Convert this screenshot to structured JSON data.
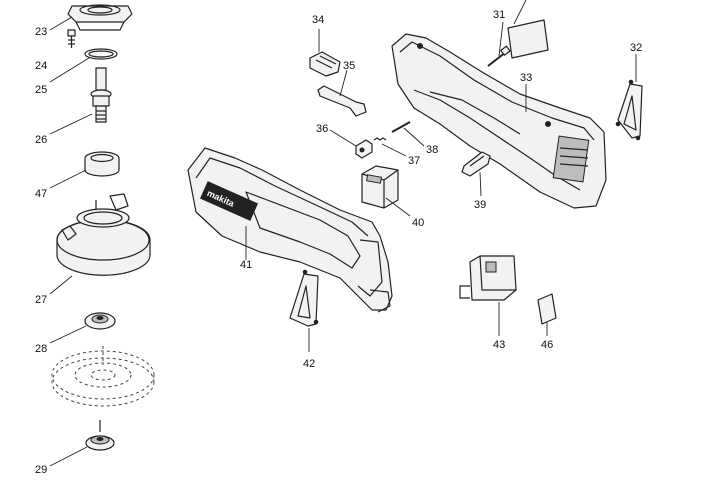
{
  "diagram": {
    "brand_text": "makita",
    "parts": [
      {
        "id": "p23",
        "number": "23"
      },
      {
        "id": "p24",
        "number": "24"
      },
      {
        "id": "p25",
        "number": "25"
      },
      {
        "id": "p26",
        "number": "26"
      },
      {
        "id": "p47",
        "number": "47"
      },
      {
        "id": "p27",
        "number": "27"
      },
      {
        "id": "p28",
        "number": "28"
      },
      {
        "id": "p29",
        "number": "29"
      },
      {
        "id": "p34",
        "number": "34"
      },
      {
        "id": "p35",
        "number": "35"
      },
      {
        "id": "p36",
        "number": "36"
      },
      {
        "id": "p37",
        "number": "37"
      },
      {
        "id": "p38",
        "number": "38"
      },
      {
        "id": "p40",
        "number": "40"
      },
      {
        "id": "p41",
        "number": "41"
      },
      {
        "id": "p42",
        "number": "42"
      },
      {
        "id": "p31",
        "number": "31"
      },
      {
        "id": "p32",
        "number": "32"
      },
      {
        "id": "p33",
        "number": "33"
      },
      {
        "id": "p39",
        "number": "39"
      },
      {
        "id": "p43",
        "number": "43"
      },
      {
        "id": "p46",
        "number": "46"
      }
    ]
  }
}
